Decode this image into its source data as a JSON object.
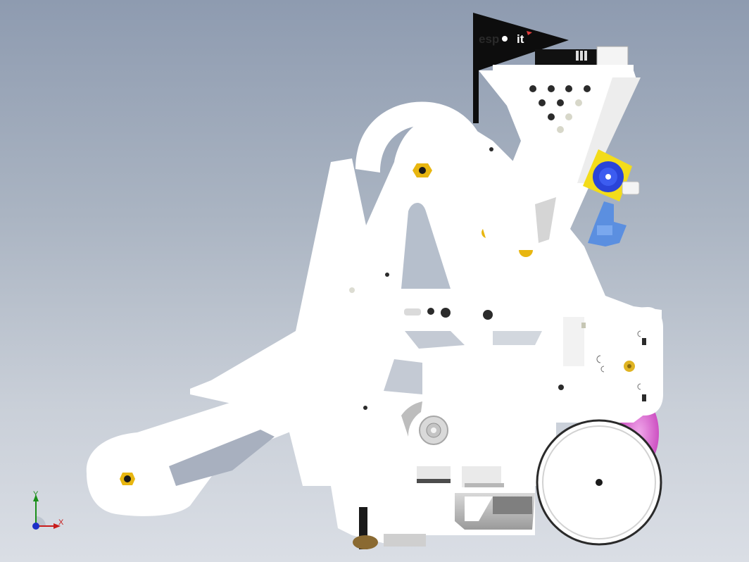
{
  "flag": {
    "text_left": "esp",
    "text_right": "it"
  },
  "triad": {
    "x_label": "X",
    "y_label": "Y"
  },
  "colors": {
    "background_top": "#8e9bb0",
    "background_bottom": "#dadee5",
    "part_white": "#ffffff",
    "flag_black": "#0d0d0d",
    "accent_yellow": "#f3dc1a",
    "accent_blue": "#2a44d8",
    "accent_light_blue": "#5b8fe0",
    "accent_pink": "#d455c8",
    "axis_x": "#c81c1c",
    "axis_y": "#1a8f1a",
    "axis_z": "#1c2fc8"
  },
  "icons": [
    "view-triad-icon"
  ]
}
